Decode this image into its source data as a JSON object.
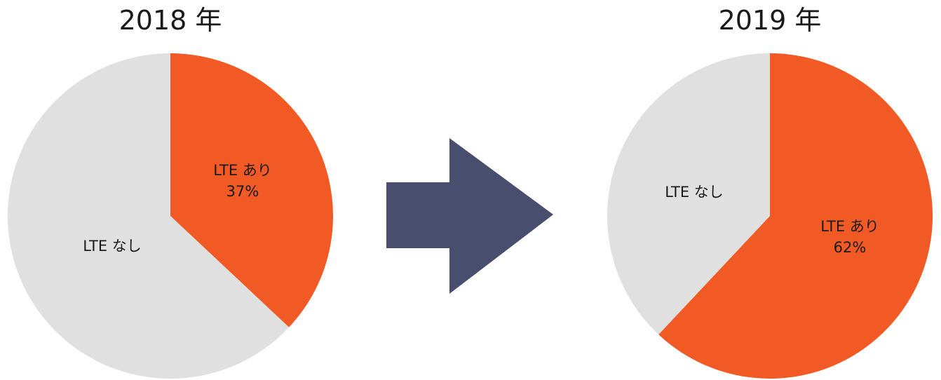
{
  "colors": {
    "lte_yes": "#F15A24",
    "lte_no": "#E0E0E0",
    "arrow": "#4A4E6E"
  },
  "chart_data": [
    {
      "type": "pie",
      "title": "2018 年",
      "slices": [
        {
          "label": "LTE あり",
          "value": 37,
          "value_label": "37%"
        },
        {
          "label": "LTE なし",
          "value": 63
        }
      ]
    },
    {
      "type": "pie",
      "title": "2019 年",
      "slices": [
        {
          "label": "LTE あり",
          "value": 62,
          "value_label": "62%"
        },
        {
          "label": "LTE なし",
          "value": 38
        }
      ]
    }
  ],
  "icons": {
    "transition": "right-arrow-icon"
  }
}
